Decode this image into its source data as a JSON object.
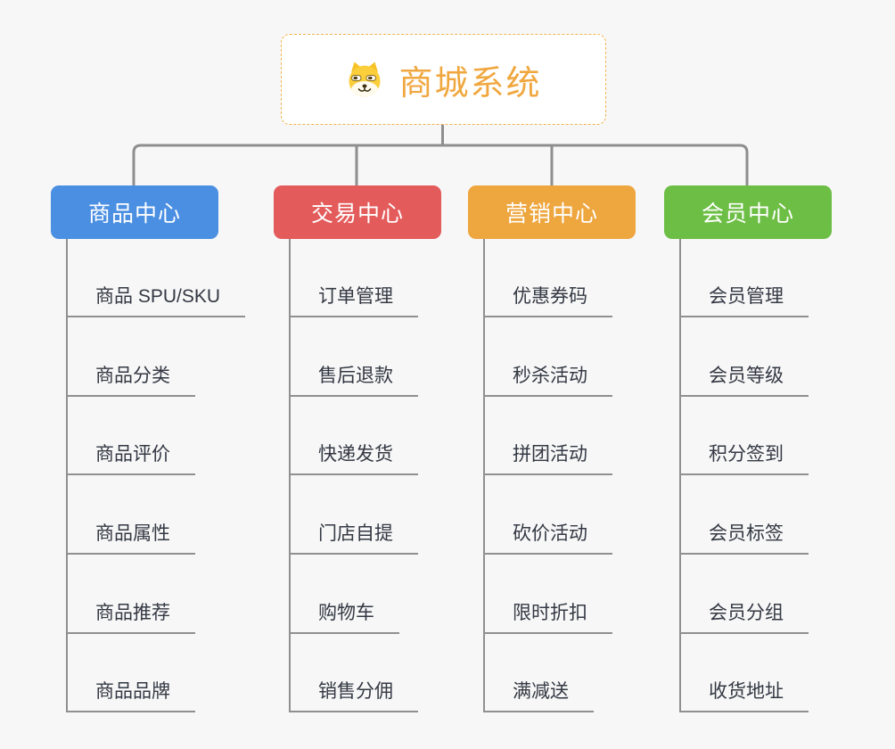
{
  "root": {
    "title": "商城系统",
    "icon": "dog-face-icon"
  },
  "branches": [
    {
      "id": "product-center",
      "label": "商品中心",
      "color": "#4B8FE2",
      "children": [
        "商品 SPU/SKU",
        "商品分类",
        "商品评价",
        "商品属性",
        "商品推荐",
        "商品品牌"
      ]
    },
    {
      "id": "trade-center",
      "label": "交易中心",
      "color": "#E45B5B",
      "children": [
        "订单管理",
        "售后退款",
        "快递发货",
        "门店自提",
        "购物车",
        "销售分佣"
      ]
    },
    {
      "id": "marketing-center",
      "label": "营销中心",
      "color": "#EEA63F",
      "children": [
        "优惠券码",
        "秒杀活动",
        "拼团活动",
        "砍价活动",
        "限时折扣",
        "满减送"
      ]
    },
    {
      "id": "member-center",
      "label": "会员中心",
      "color": "#6DBE45",
      "children": [
        "会员管理",
        "会员等级",
        "积分签到",
        "会员标签",
        "会员分组",
        "收货地址"
      ]
    }
  ],
  "colors": {
    "background": "#F7F7F7",
    "connector": "#8E8E8E",
    "leaf_text": "#333843",
    "leaf_line": "#909090",
    "branch_text": "#FFFFFF",
    "root_bg": "#FFFFFF",
    "root_border": "#F0B44C",
    "accent": "#F0A73F"
  }
}
